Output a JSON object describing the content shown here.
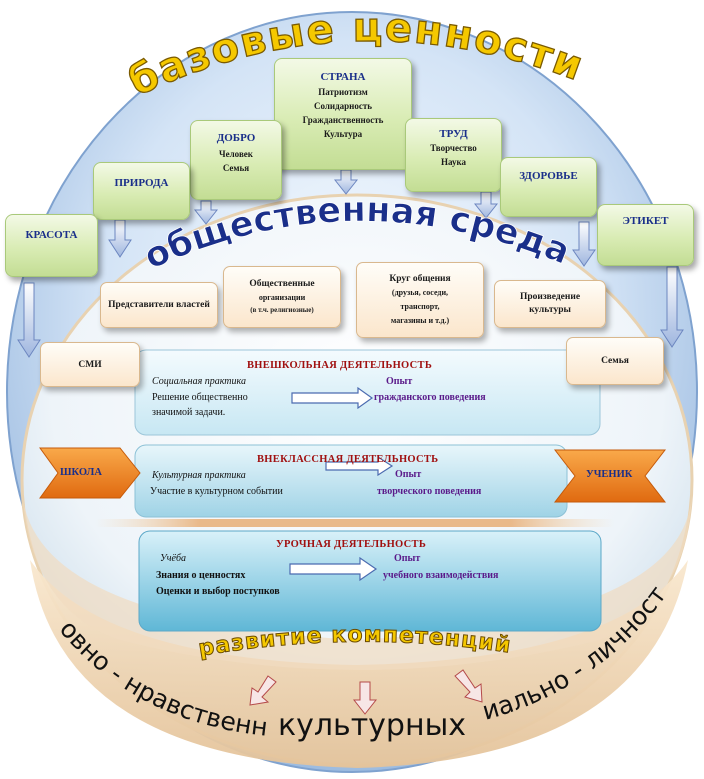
{
  "arc_titles": {
    "base_values": "базовые ценности",
    "public_environment": "общественная среда",
    "competence_development": "развитие компетенций",
    "spiritual_moral": "духовно - нравственных",
    "cultural": "культурных",
    "social_personal": "социально - личностных"
  },
  "values": {
    "country": {
      "title": "СТРАНА",
      "items": [
        "Патриотизм",
        "Солидарность",
        "Гражданственность",
        "Культура"
      ]
    },
    "good": {
      "title": "ДОБРО",
      "items": [
        "Человек",
        "Семья"
      ]
    },
    "labour": {
      "title": "ТРУД",
      "items": [
        "Творчество",
        "Наука"
      ]
    },
    "nature": {
      "title": "ПРИРОДА"
    },
    "health": {
      "title": "ЗДОРОВЬЕ"
    },
    "beauty": {
      "title": "КРАСОТА"
    },
    "etiquette": {
      "title": "ЭТИКЕТ"
    }
  },
  "society": {
    "authorities": "Представители властей",
    "organizations_line1": "Общественные",
    "organizations_line2": "организации",
    "organizations_line3": "(в т.ч. религиозные)",
    "circle_line1": "Круг общения",
    "circle_line2": "(друзья, соседи,",
    "circle_line3": "транспорт,",
    "circle_line4": "магазины и т.д.)",
    "culture": "Произведение культуры",
    "media": "СМИ",
    "family": "Семья"
  },
  "activities": {
    "extracurricular": {
      "title": "ВНЕШКОЛЬНАЯ  ДЕЯТЕЛЬНОСТЬ",
      "practice": "Социальная практика",
      "task_line1": "Решение общественно",
      "task_line2": "значимой задачи.",
      "result_label": "Опыт",
      "result_text": "гражданского  поведения"
    },
    "outofclass": {
      "title": "ВНЕКЛАССНАЯ  ДЕЯТЕЛЬНОСТЬ",
      "practice": "Культурная практика",
      "task": "Участие в культурном событии",
      "result_label": "Опыт",
      "result_text": "творческого  поведения"
    },
    "lesson": {
      "title": "УРОЧНАЯ  ДЕЯТЕЛЬНОСТЬ",
      "practice": "Учёба",
      "task_line1": "Знания о ценностях",
      "task_line2": "Оценки и выбор  поступков",
      "result_label": "Опыт",
      "result_text": "учебного  взаимодействия"
    }
  },
  "side_labels": {
    "school": "ШКОЛА",
    "student": "УЧЕНИК"
  },
  "colors": {
    "title_yellow": "#f5c800",
    "title_blue": "#1a2f8a",
    "values_green": "#d9ecb4",
    "chevron_orange": "#f28a1e"
  }
}
